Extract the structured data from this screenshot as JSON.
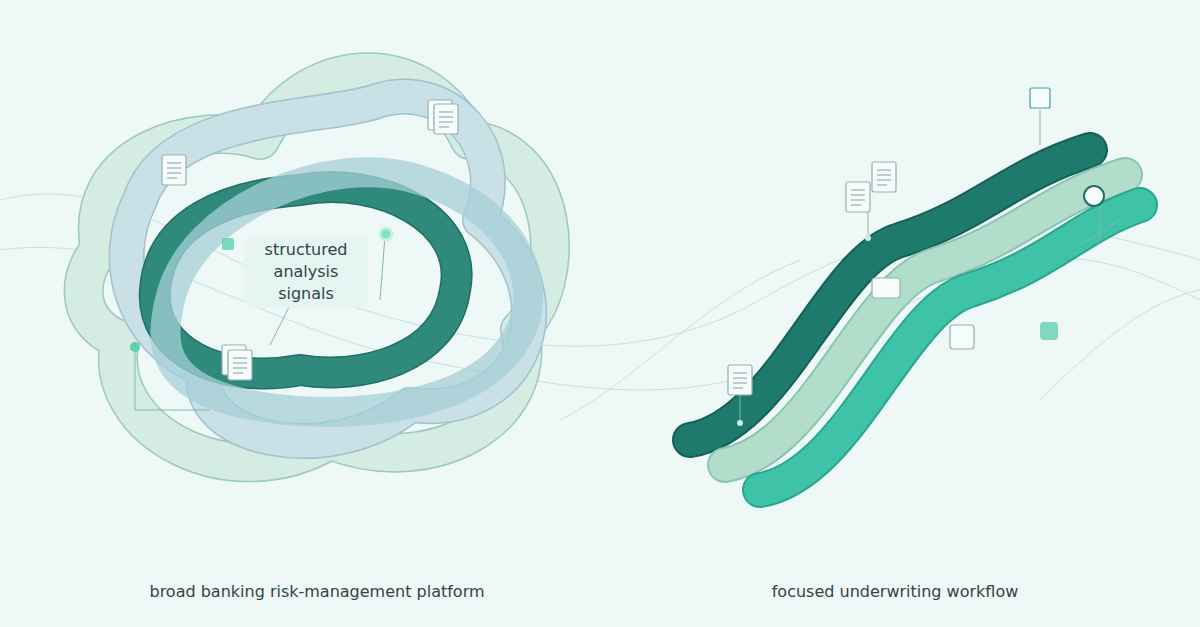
{
  "diagram": {
    "labels": [
      "structured analysis signals",
      "broad banking risk-management platform",
      "focused underwriting workflow"
    ]
  }
}
